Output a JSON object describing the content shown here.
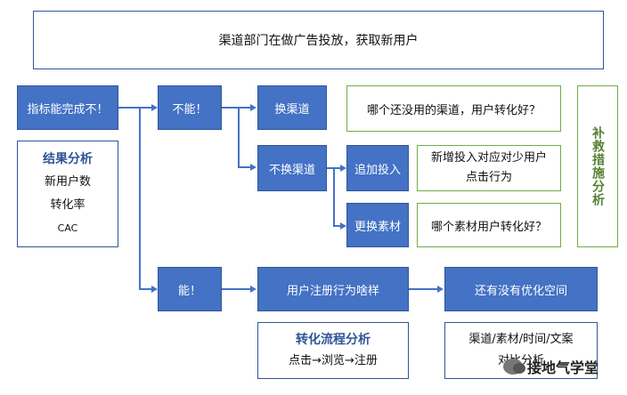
{
  "top_banner": "渠道部门在做广告投放，获取新用户",
  "main_question": "指标能完成不！",
  "result_analysis": {
    "title": "结果分析",
    "items": [
      "新用户数",
      "转化率",
      "CAC"
    ]
  },
  "branch_no": "不能！",
  "branch_yes": "能！",
  "change_channel": "换渠道",
  "keep_channel": "不换渠道",
  "add_investment": "追加投入",
  "change_material": "更换素材",
  "q_channel": "哪个还没用的渠道，用户转化好？",
  "q_investment": "新增投入对应对少用户点击行为",
  "q_material": "哪个素材用户转化好？",
  "side_label": "补救措施分析",
  "user_behavior": "用户注册行为啥样",
  "optimize": "还有没有优化空间",
  "conversion_analysis": {
    "title": "转化流程分析",
    "flow": "点击→浏览→注册"
  },
  "bottom_right_box": {
    "line1": "渠道/素材/时间/文案",
    "line2": "对比分析"
  },
  "watermark": "接地气学堂",
  "colors": {
    "blue_fill": "#4472c4",
    "blue_border": "#2f5597",
    "green_border": "#70ad47"
  }
}
